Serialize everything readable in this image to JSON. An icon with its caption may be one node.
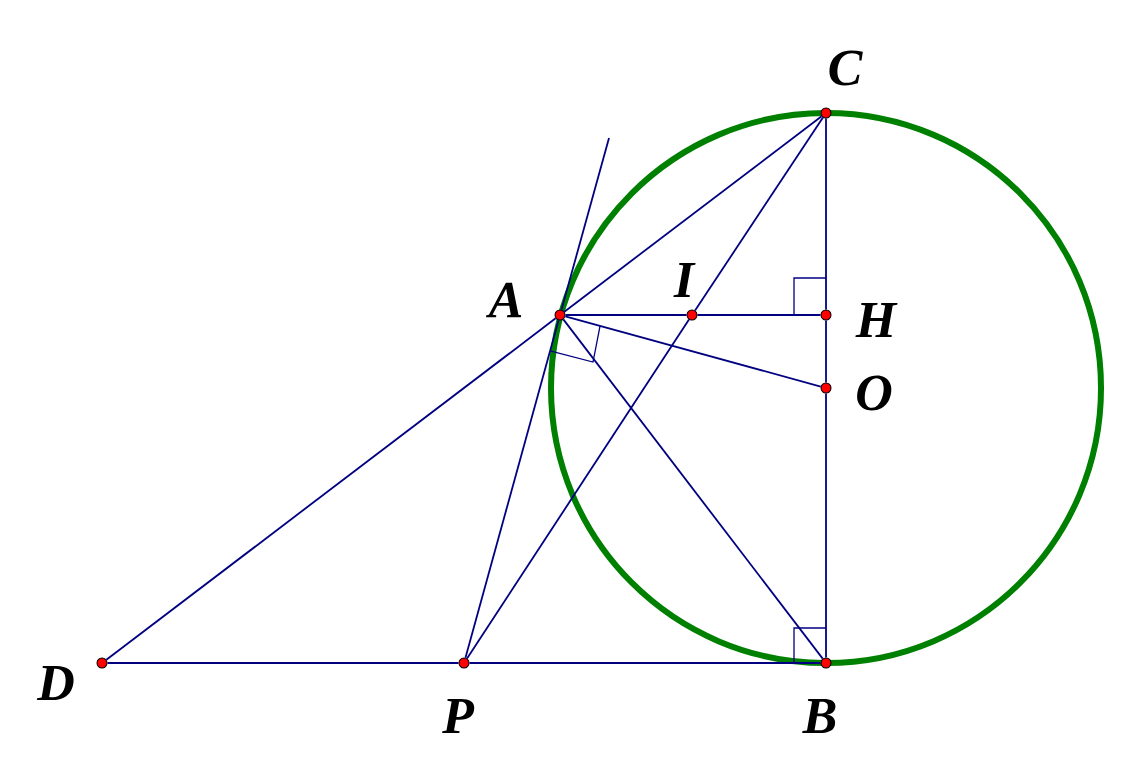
{
  "diagram": {
    "nodes": [
      {
        "text": [
          "C"
        ]
      },
      {
        "text": [
          "A"
        ]
      },
      {
        "text": [
          "I"
        ]
      },
      {
        "text": [
          "H"
        ]
      },
      {
        "text": [
          "O"
        ]
      },
      {
        "text": [
          "D"
        ]
      },
      {
        "text": [
          "P"
        ]
      },
      {
        "text": [
          "B"
        ]
      }
    ],
    "edges": [
      {
        "from": 0,
        "to": 1,
        "arrow": "none"
      },
      {
        "from": 0,
        "to": 2,
        "arrow": "none"
      },
      {
        "from": 2,
        "to": 6,
        "arrow": "none"
      },
      {
        "from": 1,
        "to": 2,
        "arrow": "none"
      },
      {
        "from": 2,
        "to": 3,
        "arrow": "none"
      },
      {
        "from": 0,
        "to": 3,
        "arrow": "none"
      },
      {
        "from": 3,
        "to": 4,
        "arrow": "none"
      },
      {
        "from": 4,
        "to": 7,
        "arrow": "none"
      },
      {
        "from": 1,
        "to": 4,
        "arrow": "none"
      },
      {
        "from": 1,
        "to": 7,
        "arrow": "none"
      },
      {
        "from": 5,
        "to": 1,
        "arrow": "none"
      },
      {
        "from": 5,
        "to": 6,
        "arrow": "none"
      },
      {
        "from": 6,
        "to": 7,
        "arrow": "none"
      },
      {
        "from": 6,
        "to": 1,
        "arrow": "none"
      },
      {
        "from": 1,
        "to": null,
        "arrow": "none"
      }
    ]
  }
}
